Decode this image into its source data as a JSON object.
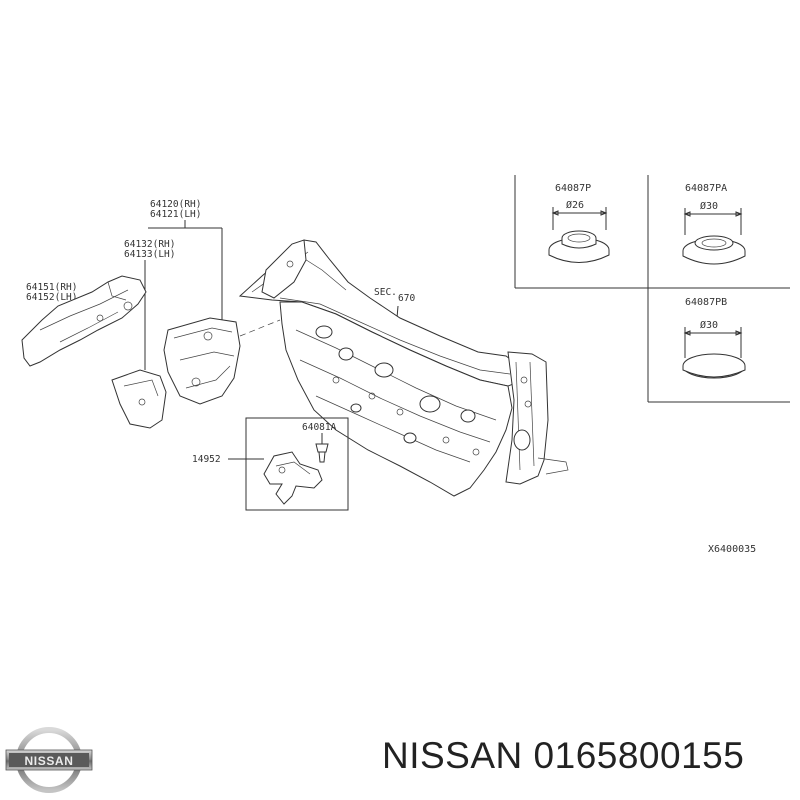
{
  "diagram": {
    "labels": {
      "p64120": "64120(RH)",
      "p64121": "64121(LH)",
      "p64132": "64132(RH)",
      "p64133": "64133(LH)",
      "p64151": "64151(RH)",
      "p64152": "64152(LH)",
      "sec": "SEC.",
      "sec_num": "670",
      "p64081a": "64081A",
      "p14952": "14952",
      "p64087p": "64087P",
      "p64087pa": "64087PA",
      "p64087pb": "64087PB",
      "dia26": "Ø26",
      "dia30a": "Ø30",
      "dia30b": "Ø30",
      "ref_code": "X6400035"
    }
  },
  "footer": {
    "brand_logo_text": "NISSAN",
    "title": "NISSAN 0165800155"
  }
}
